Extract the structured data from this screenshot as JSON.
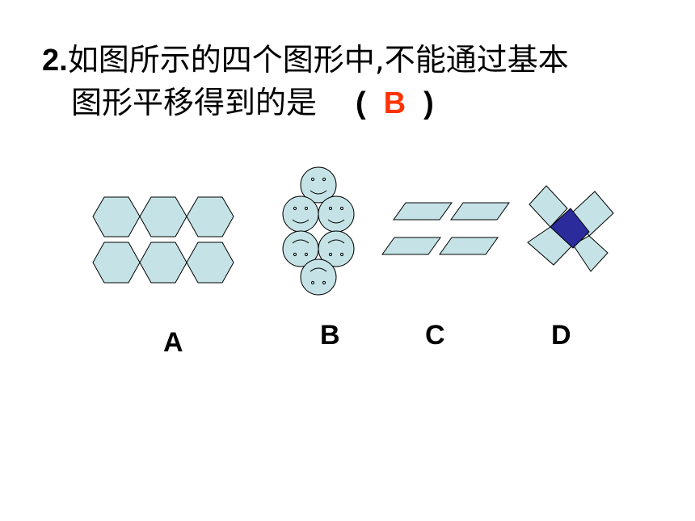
{
  "question": {
    "number": "2.",
    "line1": "如图所示的四个图形中,不能通过基本",
    "line2": "图形平移得到的是",
    "open_paren": "(",
    "answer": "B",
    "close_paren": ")"
  },
  "options": [
    {
      "label": "A"
    },
    {
      "label": "B"
    },
    {
      "label": "C"
    },
    {
      "label": "D"
    }
  ],
  "colors": {
    "shape_fill": "#c5e3e6",
    "shape_stroke": "#000000",
    "center_square": "#2b2b9c",
    "answer": "#ff3300"
  }
}
